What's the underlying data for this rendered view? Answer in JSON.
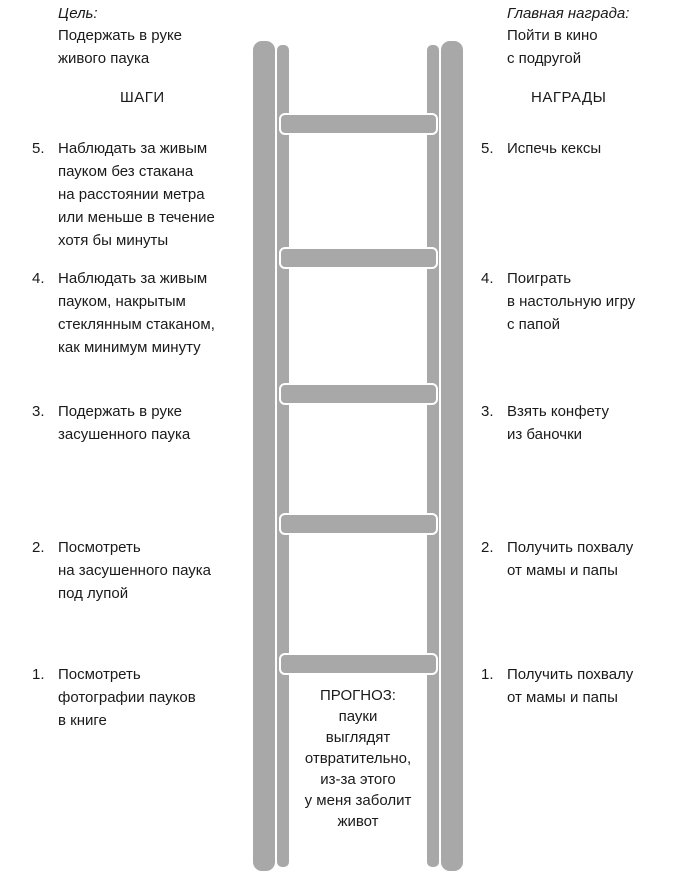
{
  "goal": {
    "label": "Цель:",
    "text": "Подержать в руке\nживого паука"
  },
  "main_reward": {
    "label": "Главная награда:",
    "text": "Пойти в кино\nс подругой"
  },
  "headers": {
    "steps": "ШАГИ",
    "rewards": "НАГРАДЫ"
  },
  "steps": [
    {
      "num": "5.",
      "text": "Наблюдать за живым\nпауком без стакана\nна расстоянии метра\nили меньше в течение\nхотя бы минуты"
    },
    {
      "num": "4.",
      "text": "Наблюдать за живым\nпауком, накрытым\nстеклянным стаканом,\nкак минимум минуту"
    },
    {
      "num": "3.",
      "text": "Подержать в руке\nзасушенного паука"
    },
    {
      "num": "2.",
      "text": "Посмотреть\nна засушенного паука\nпод лупой"
    },
    {
      "num": "1.",
      "text": "Посмотреть\nфотографии пауков\nв книге"
    }
  ],
  "rewards": [
    {
      "num": "5.",
      "text": "Испечь кексы"
    },
    {
      "num": "4.",
      "text": "Поиграть\nв настольную игру\nс папой"
    },
    {
      "num": "3.",
      "text": "Взять конфету\nиз баночки"
    },
    {
      "num": "2.",
      "text": "Получить похвалу\nот мамы и папы"
    },
    {
      "num": "1.",
      "text": "Получить похвалу\nот мамы и папы"
    }
  ],
  "forecast": {
    "title": "ПРОГНОЗ:",
    "text": "пауки\nвыглядят\nотвратительно,\nиз-за этого\nу меня заболит\nживот"
  },
  "colors": {
    "ladder_fill": "#a8a8a8",
    "ladder_stroke": "#ffffff",
    "text": "#1a1a1a"
  }
}
